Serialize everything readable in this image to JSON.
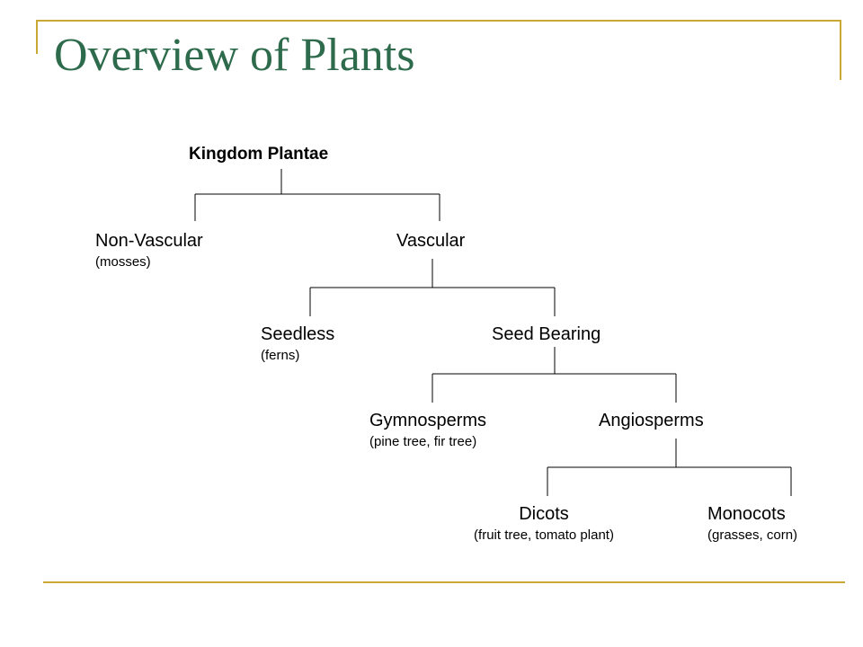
{
  "title": "Overview of Plants",
  "tree": {
    "root": {
      "label": "Kingdom Plantae"
    },
    "non_vascular": {
      "label": "Non-Vascular",
      "sub": "(mosses)"
    },
    "vascular": {
      "label": "Vascular"
    },
    "seedless": {
      "label": "Seedless",
      "sub": "(ferns)"
    },
    "seed_bearing": {
      "label": "Seed Bearing"
    },
    "gymnosperms": {
      "label": "Gymnosperms",
      "sub": "(pine tree, fir tree)"
    },
    "angiosperms": {
      "label": "Angiosperms"
    },
    "dicots": {
      "label": "Dicots",
      "sub": "(fruit tree, tomato plant)"
    },
    "monocots": {
      "label": "Monocots",
      "sub": "(grasses, corn)"
    }
  },
  "colors": {
    "title": "#2e6b4c",
    "frame": "#c9a835",
    "connector": "#000000"
  }
}
